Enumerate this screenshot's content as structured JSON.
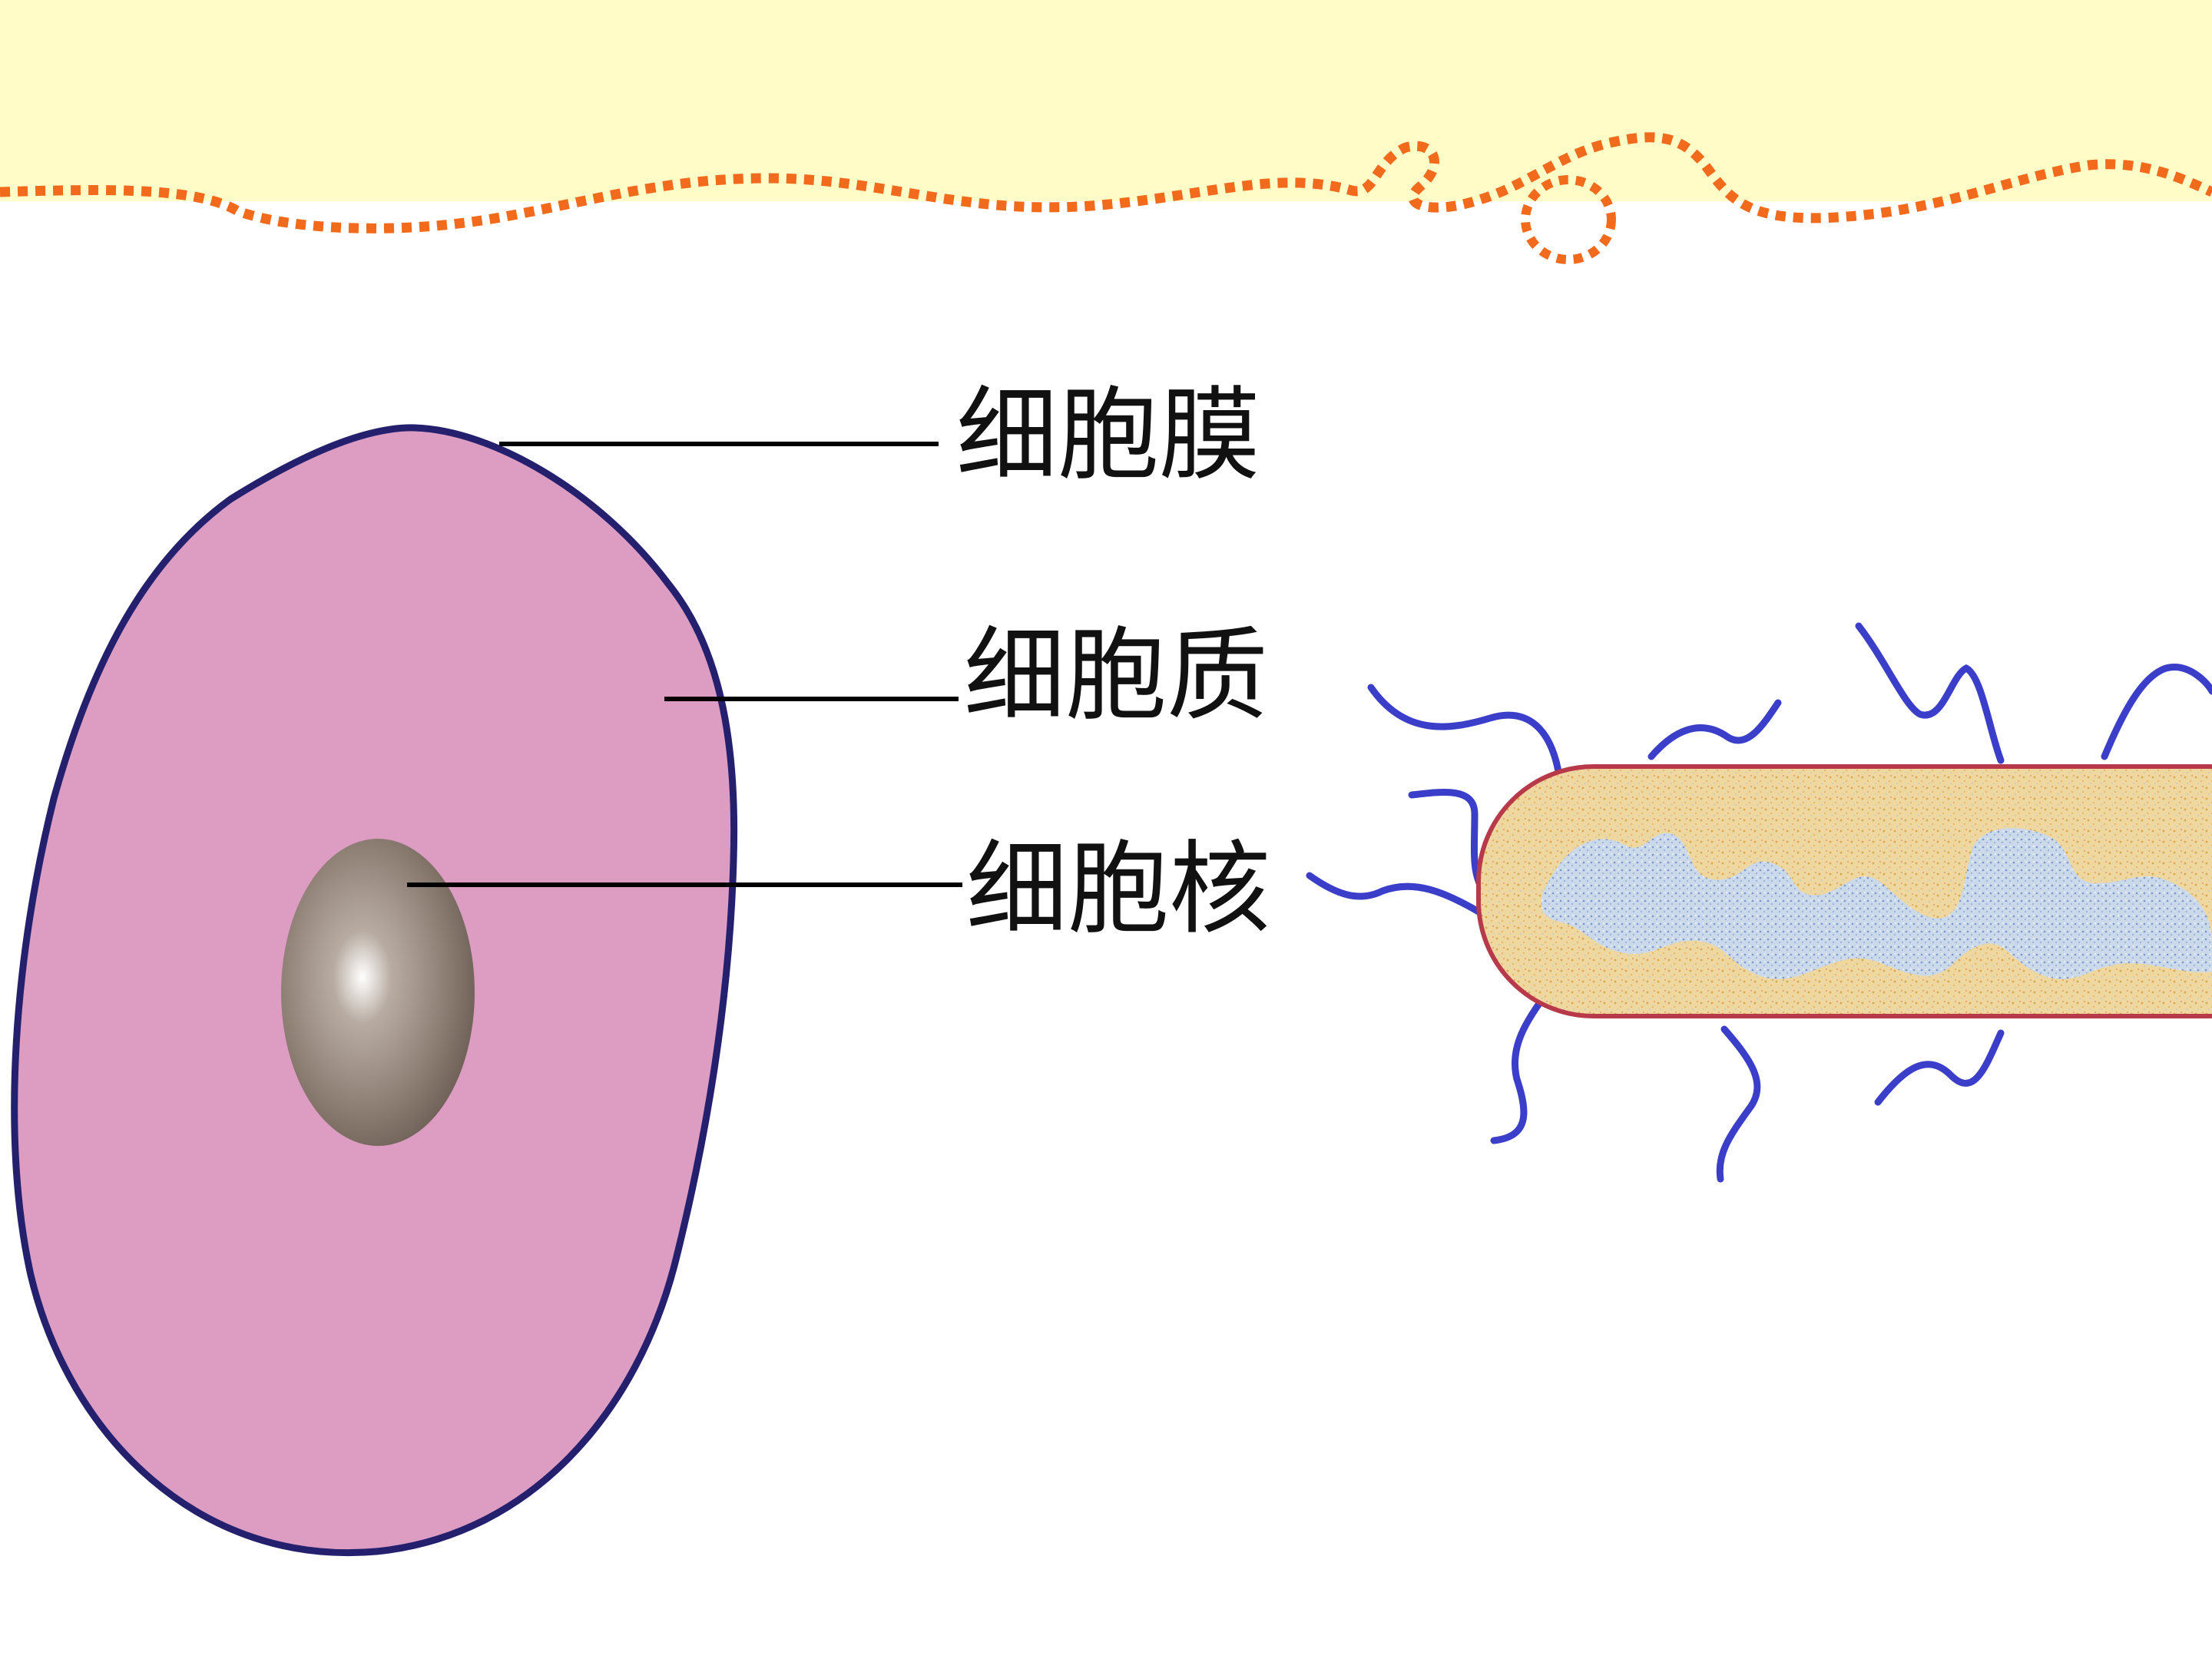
{
  "header_band": {
    "background": "#fffcc8",
    "dotted_border_color": "#f26a1b"
  },
  "animal_cell": {
    "cytoplasm_color": "#dd9dc3",
    "membrane_color": "#24206e",
    "nucleus_color": "#8a7b70"
  },
  "bacterium": {
    "flagella_color": "#3a3ec9",
    "cell_wall_color": "#b83a4a",
    "cytoplasm_color": "#efd7a0",
    "nucleoid_color": "#a9c4e8"
  },
  "labels": {
    "membrane": "细胞膜",
    "cytoplasm": "细胞质",
    "nucleus": "细胞核"
  }
}
